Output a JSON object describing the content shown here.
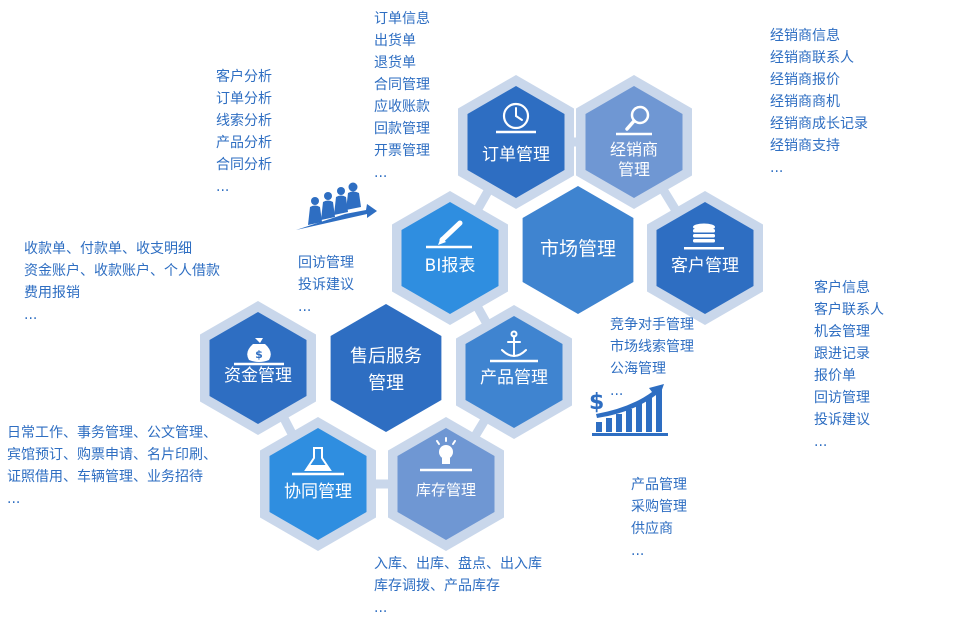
{
  "nodes": {
    "order": {
      "label": "订单管理"
    },
    "dealer": {
      "label1": "经销商",
      "label2": "管理"
    },
    "bi": {
      "label": "BI报表"
    },
    "market": {
      "label": "市场管理"
    },
    "customer": {
      "label": "客户管理"
    },
    "aftersales": {
      "label1": "售后服务",
      "label2": "管理"
    },
    "fund": {
      "label": "资金管理"
    },
    "product": {
      "label": "产品管理"
    },
    "collab": {
      "label": "协同管理"
    },
    "inventory": {
      "label": "库存管理"
    }
  },
  "lists": {
    "order": [
      "订单信息",
      "出货单",
      "退货单",
      "合同管理",
      "应收账款",
      "回款管理",
      "开票管理",
      "..."
    ],
    "dealer": [
      "经销商信息",
      "经销商联系人",
      "经销商报价",
      "经销商商机",
      "经销商成长记录",
      "经销商支持",
      "..."
    ],
    "analysis": [
      "客户分析",
      "订单分析",
      "线索分析",
      "产品分析",
      "合同分析",
      "..."
    ],
    "finance": [
      "收款单、付款单、收支明细",
      "资金账户、收款账户、个人借款",
      "费用报销",
      "..."
    ],
    "service": [
      "回访管理",
      "投诉建议",
      "..."
    ],
    "customer": [
      "客户信息",
      "客户联系人",
      "机会管理",
      "跟进记录",
      "报价单",
      "回访管理",
      "投诉建议",
      "..."
    ],
    "market": [
      "竞争对手管理",
      "市场线索管理",
      "公海管理",
      "..."
    ],
    "office": [
      "日常工作、事务管理、公文管理、",
      "宾馆预订、购票申请、名片印刷、",
      "证照借用、车辆管理、业务招待",
      "..."
    ],
    "product": [
      "产品管理",
      "采购管理",
      "供应商",
      "..."
    ],
    "inventory": [
      "入库、出库、盘点、出入库",
      "库存调拨、产品库存",
      "..."
    ]
  },
  "colors": {
    "text": "#2e6ec2",
    "ring": "#c9d7eb",
    "hex_dark": "#2e6ec2",
    "hex_mid": "#3f84d0",
    "hex_light": "#6f97d3",
    "hex_bright": "#2f8ee0"
  }
}
